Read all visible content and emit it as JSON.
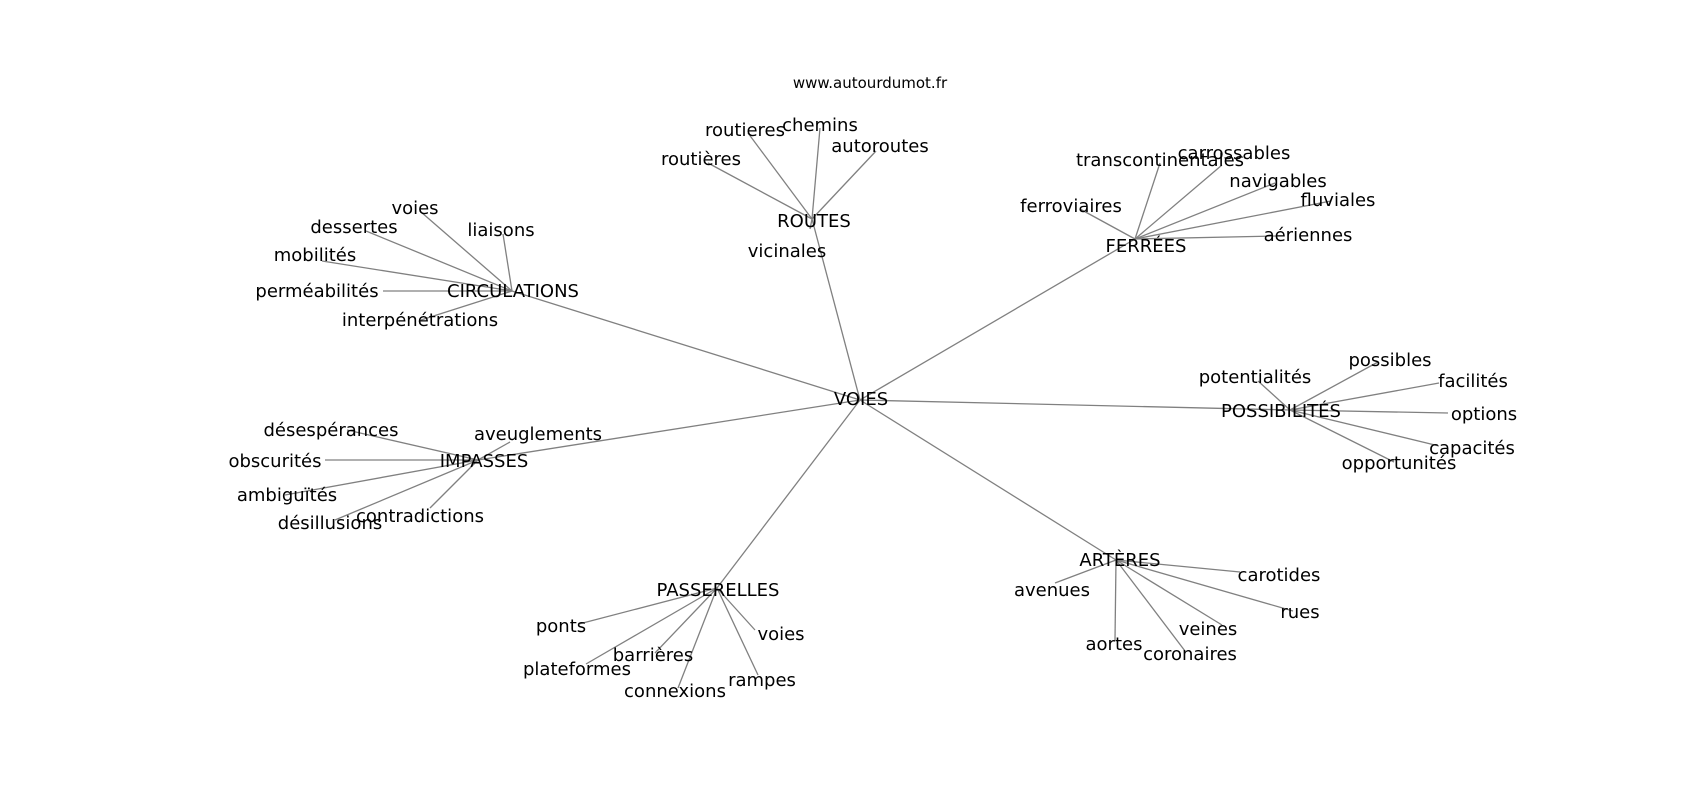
{
  "site_label": "www.autourdumot.fr",
  "colors": {
    "edge": "#808080",
    "text": "#000000",
    "background": "#ffffff"
  },
  "graph": {
    "center": "VOIES",
    "hubs": [
      {
        "label": "ROUTES",
        "leaves": [
          "routieres",
          "chemins",
          "autoroutes",
          "routières",
          "vicinales"
        ]
      },
      {
        "label": "FERRÉES",
        "leaves": [
          "transcontinentales",
          "carrossables",
          "navigables",
          "fluviales",
          "ferroviaires",
          "aériennes"
        ]
      },
      {
        "label": "CIRCULATIONS",
        "leaves": [
          "voies",
          "dessertes",
          "liaisons",
          "mobilités",
          "perméabilités",
          "interpénétrations"
        ]
      },
      {
        "label": "POSSIBILITÉS",
        "leaves": [
          "potentialités",
          "possibles",
          "facilités",
          "options",
          "capacités",
          "opportunités"
        ]
      },
      {
        "label": "IMPASSES",
        "leaves": [
          "désespérances",
          "aveuglements",
          "obscurités",
          "ambiguïtés",
          "contradictions",
          "désillusions"
        ]
      },
      {
        "label": "PASSERELLES",
        "leaves": [
          "ponts",
          "voies",
          "barrières",
          "plateformes",
          "connexions",
          "rampes"
        ]
      },
      {
        "label": "ARTÈRES",
        "leaves": [
          "avenues",
          "carotides",
          "rues",
          "veines",
          "aortes",
          "coronaires"
        ]
      }
    ]
  }
}
